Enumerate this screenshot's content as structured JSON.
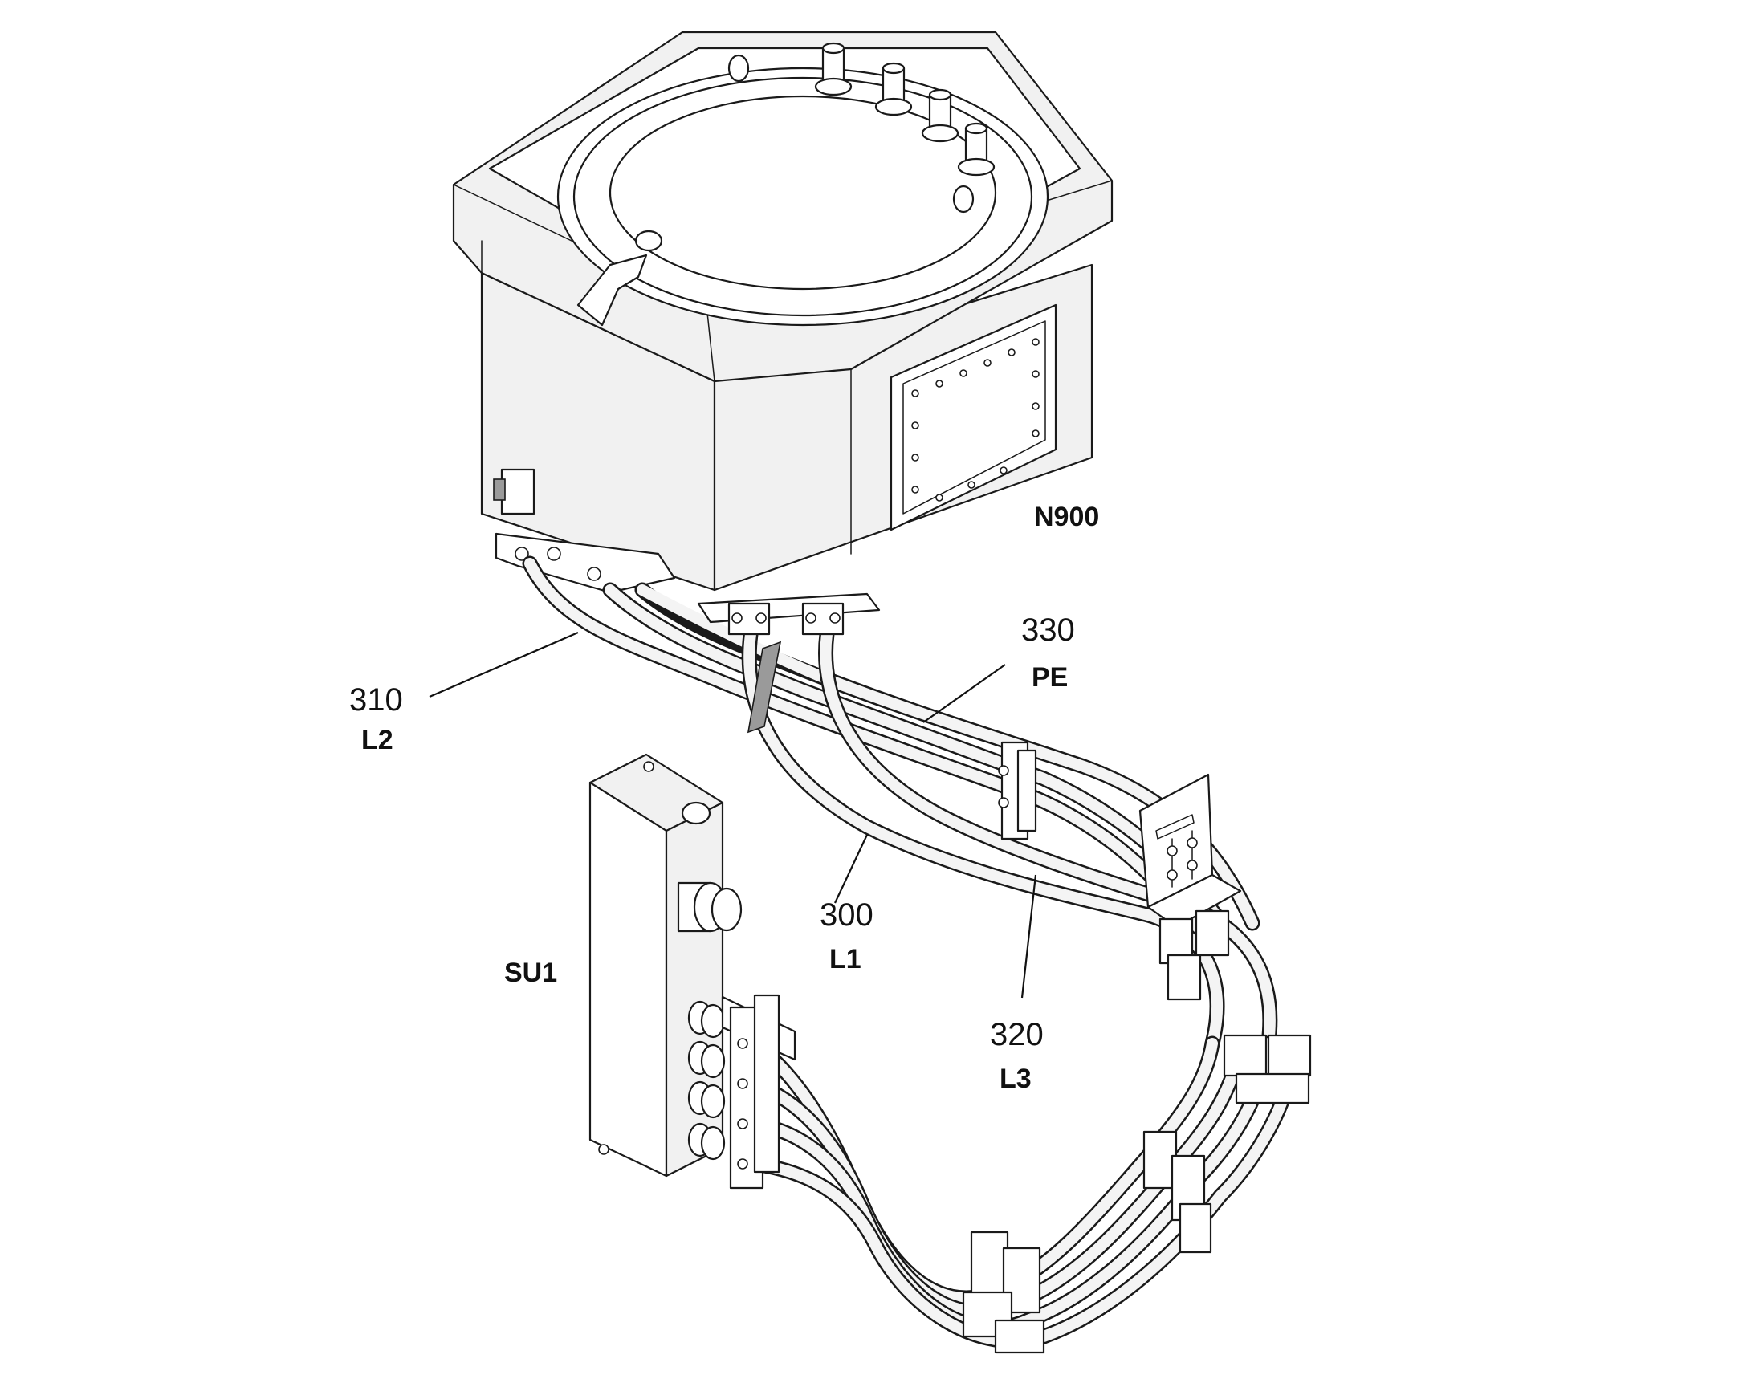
{
  "callouts": [
    {
      "id": "n900",
      "number": "",
      "tag": "N900"
    },
    {
      "id": "pe",
      "number": "330",
      "tag": "PE"
    },
    {
      "id": "l2",
      "number": "310",
      "tag": "L2"
    },
    {
      "id": "l1",
      "number": "300",
      "tag": "L1"
    },
    {
      "id": "l3",
      "number": "320",
      "tag": "L3"
    },
    {
      "id": "su1",
      "number": "",
      "tag": "SU1"
    }
  ],
  "colors": {
    "line": "#1a1a1a",
    "fill": "#f1f1f1",
    "background": "#ffffff"
  }
}
